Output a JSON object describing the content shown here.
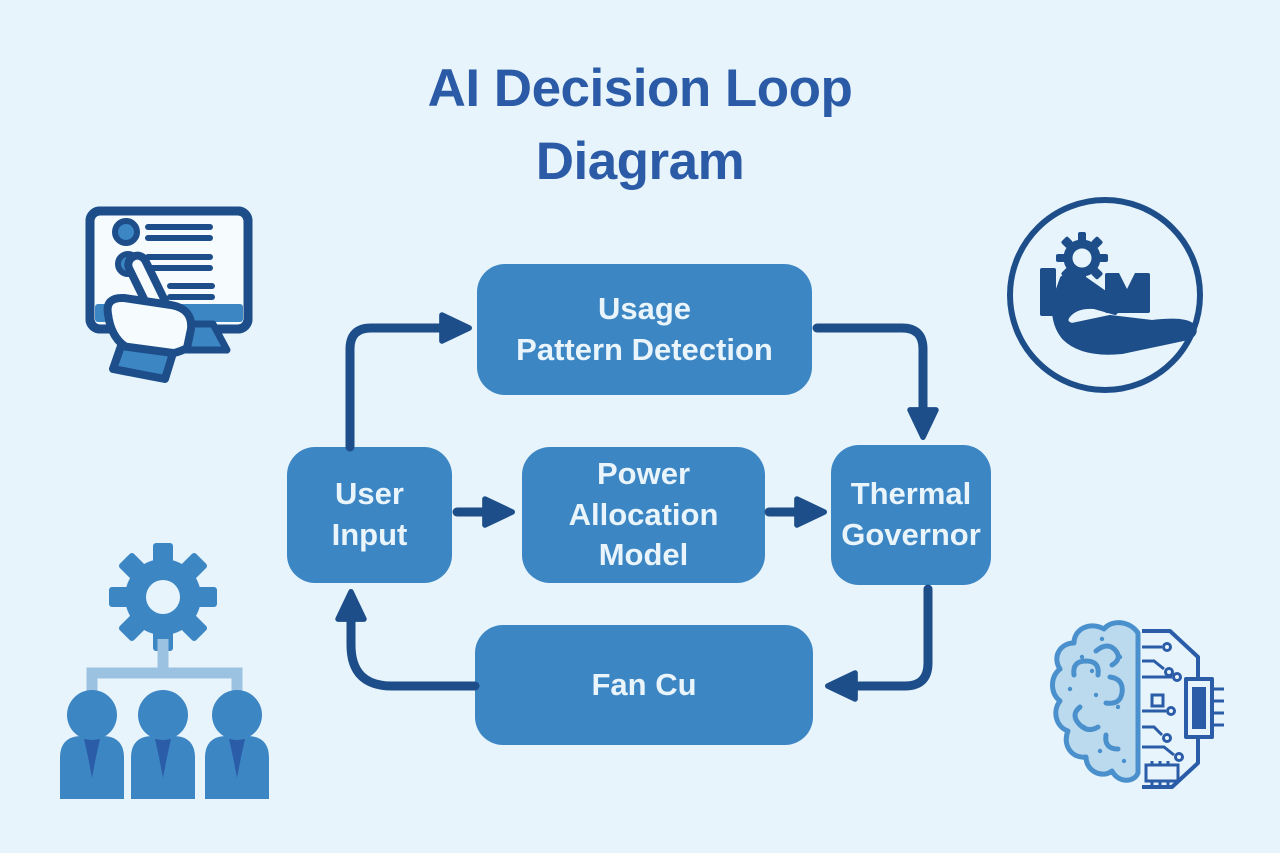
{
  "title": {
    "line1": "AI Decision Loop",
    "line2": "Diagram"
  },
  "diagram": {
    "nodes": {
      "usage": {
        "label": "Usage\nPattern Detection"
      },
      "user": {
        "label": "User\nInput"
      },
      "power": {
        "label": "Power\nAllocation\nModel"
      },
      "thermal": {
        "label": "Thermal\nGovernor"
      },
      "fan": {
        "label": "Fan Cu"
      }
    },
    "edges": [
      {
        "from": "user",
        "to": "usage"
      },
      {
        "from": "usage",
        "to": "thermal"
      },
      {
        "from": "user",
        "to": "power"
      },
      {
        "from": "power",
        "to": "thermal"
      },
      {
        "from": "thermal",
        "to": "fan"
      },
      {
        "from": "fan",
        "to": "user"
      }
    ]
  },
  "icons": {
    "top_left": "form-click-icon",
    "top_right": "hand-gear-delivery-icon",
    "bottom_left": "team-gear-icon",
    "bottom_right": "ai-brain-circuit-icon"
  },
  "colors": {
    "background": "#e7f4fb",
    "node_fill": "#3d86c4",
    "node_text": "#e9f4fb",
    "title_text": "#2b5ba6",
    "arrow": "#1d4e8a",
    "icon_navy": "#1d4e8a",
    "icon_medium_blue": "#3d86c4",
    "icon_light_blue": "#9cc2e2",
    "brain_fill": "#bcdaee",
    "brain_stroke": "#4a90cc",
    "circuit_blue": "#2a5ca8"
  }
}
